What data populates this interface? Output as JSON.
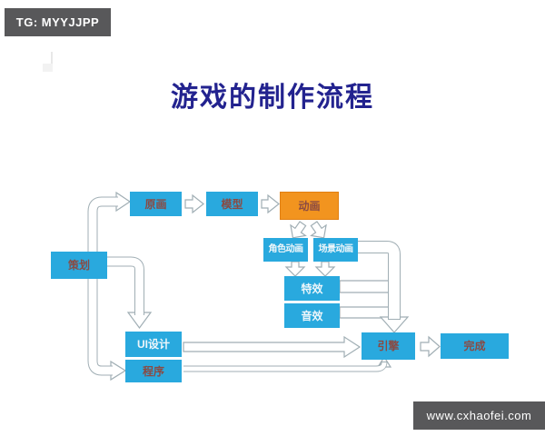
{
  "watermarks": {
    "top_left": "TG: MYYJJPP",
    "bottom_right": "www.cxhaofei.com"
  },
  "title": "游戏的制作流程",
  "palette": {
    "box_blue": "#29a9de",
    "box_orange": "#f2941f",
    "label_dark_red": "#8a4a43",
    "label_light": "#eef6fa",
    "arrow_outline": "#a0aeb4",
    "title_color": "#23238f",
    "badge_bg": "#58585a"
  },
  "flowchart": {
    "nodes": [
      {
        "id": "cehua",
        "label": "策划"
      },
      {
        "id": "yuanhua",
        "label": "原画"
      },
      {
        "id": "moxing",
        "label": "模型"
      },
      {
        "id": "donghua",
        "label": "动画"
      },
      {
        "id": "juese",
        "label": "角色动画"
      },
      {
        "id": "changjing",
        "label": "场景动画"
      },
      {
        "id": "texiao",
        "label": "特效"
      },
      {
        "id": "yinxiao",
        "label": "音效"
      },
      {
        "id": "uisheji",
        "label": "UI设计"
      },
      {
        "id": "chengxu",
        "label": "程序"
      },
      {
        "id": "yinqing",
        "label": "引擎"
      },
      {
        "id": "wancheng",
        "label": "完成"
      }
    ],
    "edges": [
      "策划→原画",
      "策划→UI设计",
      "策划→程序",
      "原画→模型",
      "模型→动画",
      "动画→角色动画",
      "动画→场景动画",
      "角色动画→特效",
      "场景动画→特效",
      "场景动画→引擎",
      "特效→引擎",
      "音效→引擎",
      "UI设计→引擎",
      "程序→引擎",
      "引擎→完成"
    ]
  }
}
